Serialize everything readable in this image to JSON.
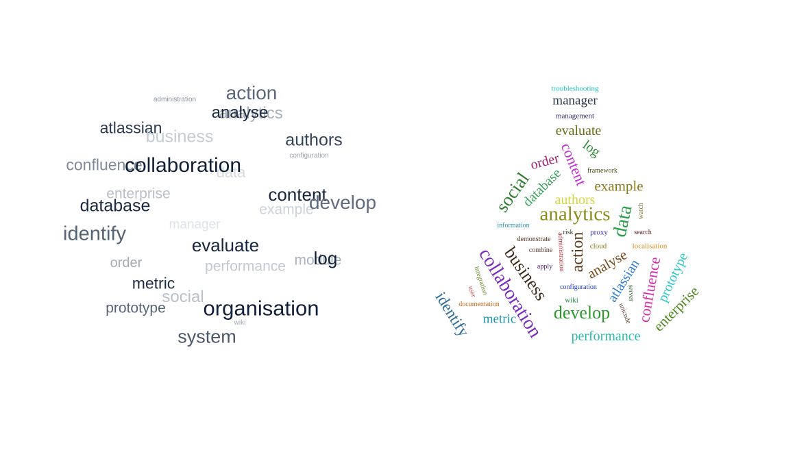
{
  "cloud_left": {
    "words": [
      {
        "text": "administration",
        "color": "#8a94a3"
      },
      {
        "text": "analytics",
        "color": "#a7afba"
      },
      {
        "text": "action",
        "color": "#5a6779"
      },
      {
        "text": "analyse",
        "color": "#1c2b42"
      },
      {
        "text": "atlassian",
        "color": "#2b3a52"
      },
      {
        "text": "business",
        "color": "#c6ccd4"
      },
      {
        "text": "authors",
        "color": "#334359"
      },
      {
        "text": "configuration",
        "color": "#9aa3b0"
      },
      {
        "text": "confluence",
        "color": "#7e8a9b"
      },
      {
        "text": "data",
        "color": "#d5dae0"
      },
      {
        "text": "collaboration",
        "color": "#0f1f38"
      },
      {
        "text": "enterprise",
        "color": "#b8bfc9"
      },
      {
        "text": "content",
        "color": "#16263e"
      },
      {
        "text": "example",
        "color": "#ccd2d9"
      },
      {
        "text": "develop",
        "color": "#5f6c80"
      },
      {
        "text": "database",
        "color": "#1a2a44"
      },
      {
        "text": "manager",
        "color": "#dfe3e8"
      },
      {
        "text": "identify",
        "color": "#546276"
      },
      {
        "text": "evaluate",
        "color": "#15253e"
      },
      {
        "text": "order",
        "color": "#a3acb8"
      },
      {
        "text": "performance",
        "color": "#c3c9d1"
      },
      {
        "text": "module",
        "color": "#aab2bd"
      },
      {
        "text": "log",
        "color": "#13233b"
      },
      {
        "text": "metric",
        "color": "#1d2d45"
      },
      {
        "text": "social",
        "color": "#b9c0ca"
      },
      {
        "text": "prototype",
        "color": "#56647a"
      },
      {
        "text": "organisation",
        "color": "#10203a"
      },
      {
        "text": "wiki",
        "color": "#a0a9b5"
      },
      {
        "text": "system",
        "color": "#4a586c"
      }
    ]
  },
  "cloud_right": {
    "words": [
      {
        "text": "troubleshooting",
        "color": "#18c4bb"
      },
      {
        "text": "manager",
        "color": "#2d3a4a"
      },
      {
        "text": "management",
        "color": "#3a2a6e"
      },
      {
        "text": "evaluate",
        "color": "#6b6a12"
      },
      {
        "text": "log",
        "color": "#2e8b3a"
      },
      {
        "text": "content",
        "color": "#c12fd1"
      },
      {
        "text": "order",
        "color": "#9c1c72"
      },
      {
        "text": "framework",
        "color": "#4b4b10"
      },
      {
        "text": "database",
        "color": "#3aa55a"
      },
      {
        "text": "social",
        "color": "#2f7d2f"
      },
      {
        "text": "example",
        "color": "#8a7a1a"
      },
      {
        "text": "authors",
        "color": "#d4d73a"
      },
      {
        "text": "analytics",
        "color": "#8c8c18"
      },
      {
        "text": "data",
        "color": "#27a047"
      },
      {
        "text": "watch",
        "color": "#7a6a3a"
      },
      {
        "text": "information",
        "color": "#2a8fb5"
      },
      {
        "text": "demonstrate",
        "color": "#4a2a1a"
      },
      {
        "text": "administration",
        "color": "#c0303a"
      },
      {
        "text": "risk",
        "color": "#3a3a2a"
      },
      {
        "text": "action",
        "color": "#5a3a1a"
      },
      {
        "text": "proxy",
        "color": "#2a2ad0"
      },
      {
        "text": "search",
        "color": "#5a1a1a"
      },
      {
        "text": "cloud",
        "color": "#8a7a1a"
      },
      {
        "text": "localisation",
        "color": "#e08a1a"
      },
      {
        "text": "combine",
        "color": "#5a3a2a"
      },
      {
        "text": "business",
        "color": "#3a2a1a"
      },
      {
        "text": "collaboration",
        "color": "#7a2ac0"
      },
      {
        "text": "apply",
        "color": "#4a1a6e"
      },
      {
        "text": "analyse",
        "color": "#7a4a1a"
      },
      {
        "text": "atlassian",
        "color": "#2a7ad8"
      },
      {
        "text": "confluence",
        "color": "#d82aa8"
      },
      {
        "text": "prototype",
        "color": "#2ac8c8"
      },
      {
        "text": "integration",
        "color": "#6a8a2a"
      },
      {
        "text": "user",
        "color": "#d04a4a"
      },
      {
        "text": "configuration",
        "color": "#1a3ad0"
      },
      {
        "text": "server",
        "color": "#2a5a2a"
      },
      {
        "text": "enterprise",
        "color": "#4a8a1a"
      },
      {
        "text": "identify",
        "color": "#2a6a9a"
      },
      {
        "text": "documentation",
        "color": "#c8641a"
      },
      {
        "text": "wiki",
        "color": "#1a8a3a"
      },
      {
        "text": "unicode",
        "color": "#5a3a2a"
      },
      {
        "text": "metric",
        "color": "#1a9ab0"
      },
      {
        "text": "develop",
        "color": "#2a9a2a"
      },
      {
        "text": "performance",
        "color": "#2ab8b0"
      }
    ]
  }
}
